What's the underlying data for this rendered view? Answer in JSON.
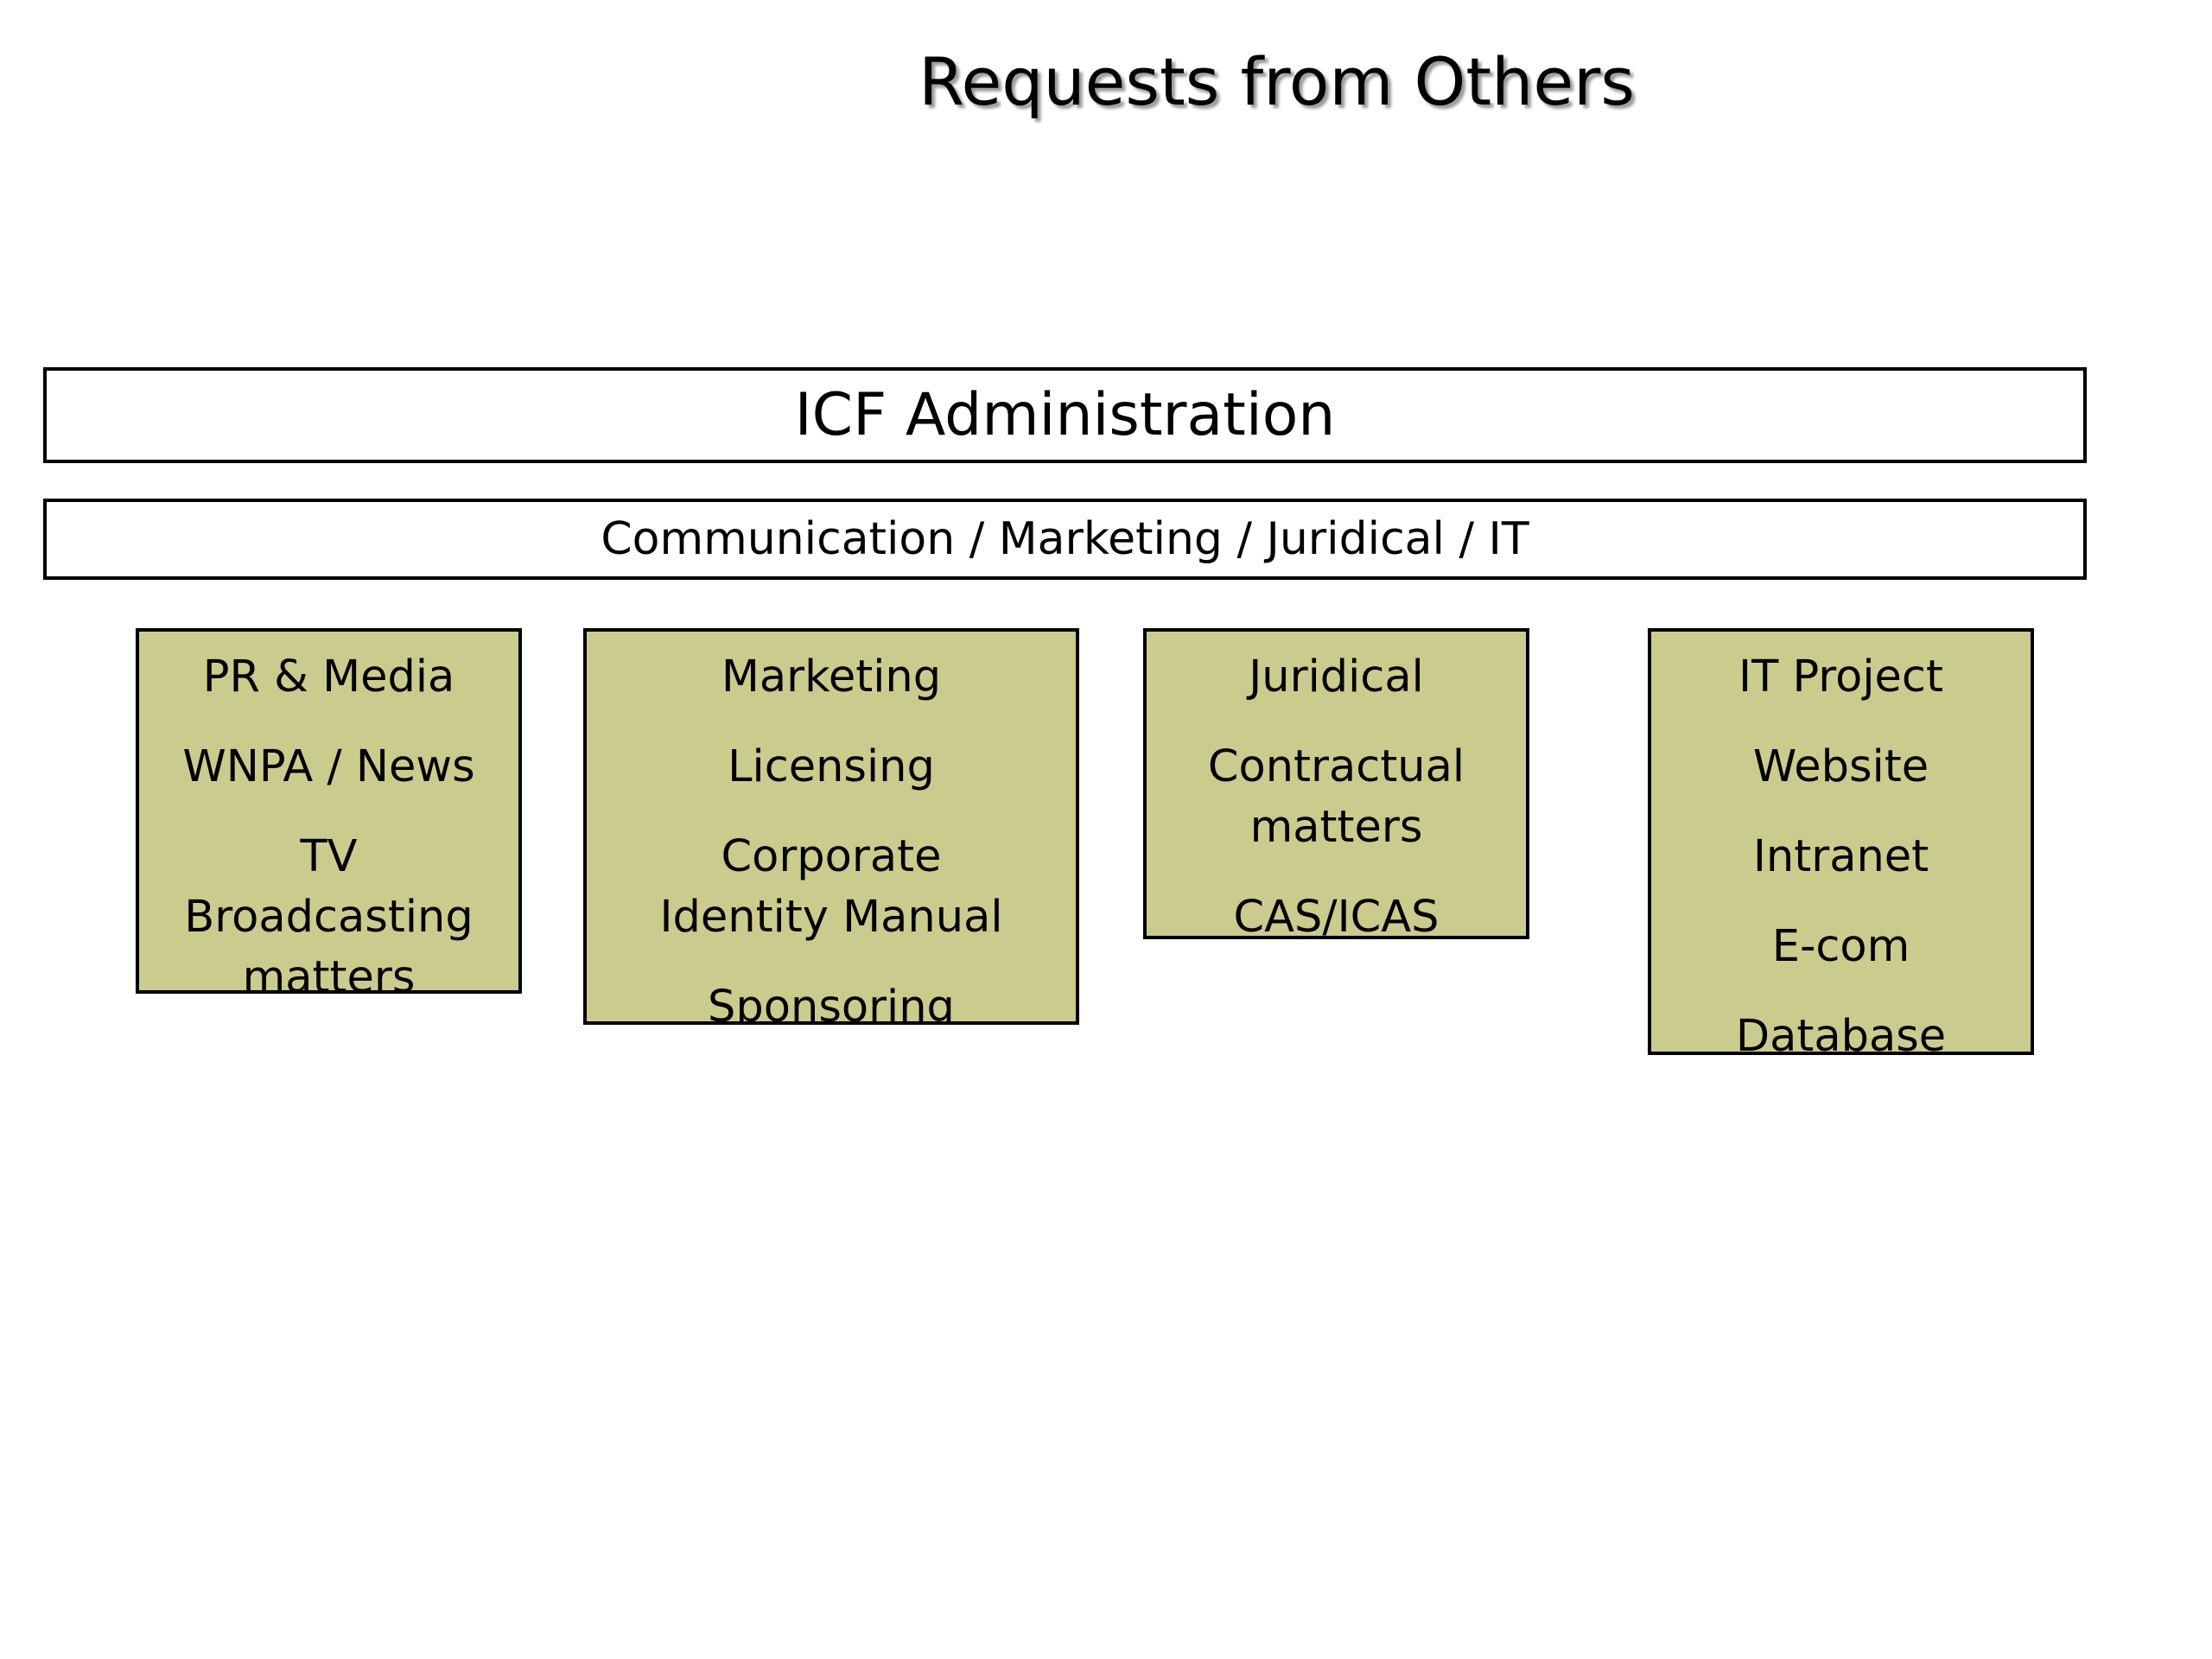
{
  "title": "Requests from Others",
  "admin_label": "ICF Administration",
  "departments_label": "Communication / Marketing / Juridical / IT",
  "boxes": [
    {
      "items": [
        "PR & Media",
        "WNPA / News",
        "TV Broadcasting matters"
      ]
    },
    {
      "items": [
        "Marketing",
        "Licensing",
        "Corporate Identity Manual",
        "Sponsoring"
      ]
    },
    {
      "items": [
        "Juridical",
        "Contractual matters",
        "CAS/ICAS"
      ]
    },
    {
      "items": [
        "IT Project",
        "Website",
        "Intranet",
        "E-com",
        "Database"
      ]
    }
  ],
  "colors": {
    "box_fill": "#cccb8e",
    "border": "#000000",
    "title_shadow": "#9a9a9a"
  }
}
